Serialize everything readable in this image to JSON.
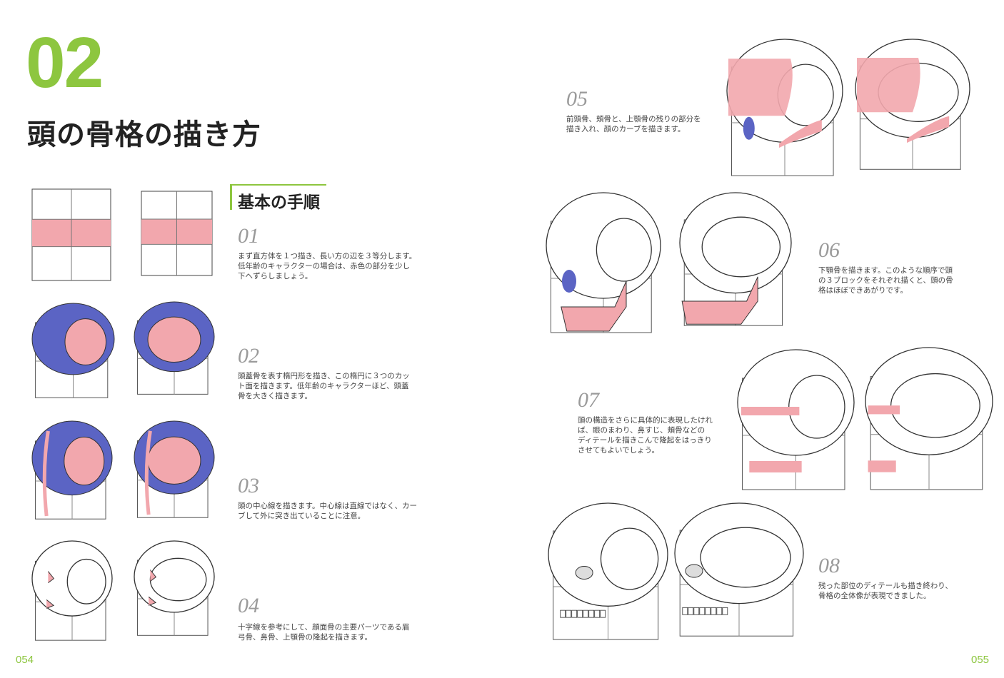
{
  "chapter": {
    "number": "02",
    "title": "頭の骨格の描き方",
    "section": "基本の手順"
  },
  "steps": [
    {
      "num": "01",
      "text": "まず直方体を１つ描き、長い方の辺を３等分します。\n低年齢のキャラクターの場合は、赤色の部分を少し\n下へずらしましょう。"
    },
    {
      "num": "02",
      "text": "頭蓋骨を表す楕円形を描き、この楕円に３つのカッ\nト面を描きます。低年齢のキャラクターほど、頭蓋\n骨を大きく描きます。"
    },
    {
      "num": "03",
      "text": "頭の中心線を描きます。中心線は直線ではなく、カー\nブして外に突き出ていることに注意。"
    },
    {
      "num": "04",
      "text": "十字線を参考にして、顔面骨の主要パーツである眉\n弓骨、鼻骨、上顎骨の隆起を描きます。"
    },
    {
      "num": "05",
      "text": "前頭骨、頬骨と、上顎骨の残りの部分を\n描き入れ、顔のカーブを描きます。"
    },
    {
      "num": "06",
      "text": "下顎骨を描きます。このような順序で頭\nの３ブロックをそれぞれ描くと、頭の骨\n格はほぼできあがりです。"
    },
    {
      "num": "07",
      "text": "頭の構造をさらに具体的に表現したけれ\nば、眼のまわり、鼻すじ、頬骨などの\nディテールを描きこんで隆起をはっきり\nさせてもよいでしょう。"
    },
    {
      "num": "08",
      "text": "残った部位のディテールも描き終わり、\n骨格の全体像が表現できました。"
    }
  ],
  "folios": {
    "left": "054",
    "right": "055"
  },
  "colors": {
    "accent": "#8dc63f",
    "pink": "#f2a7ad",
    "blue": "#5b64c4"
  }
}
